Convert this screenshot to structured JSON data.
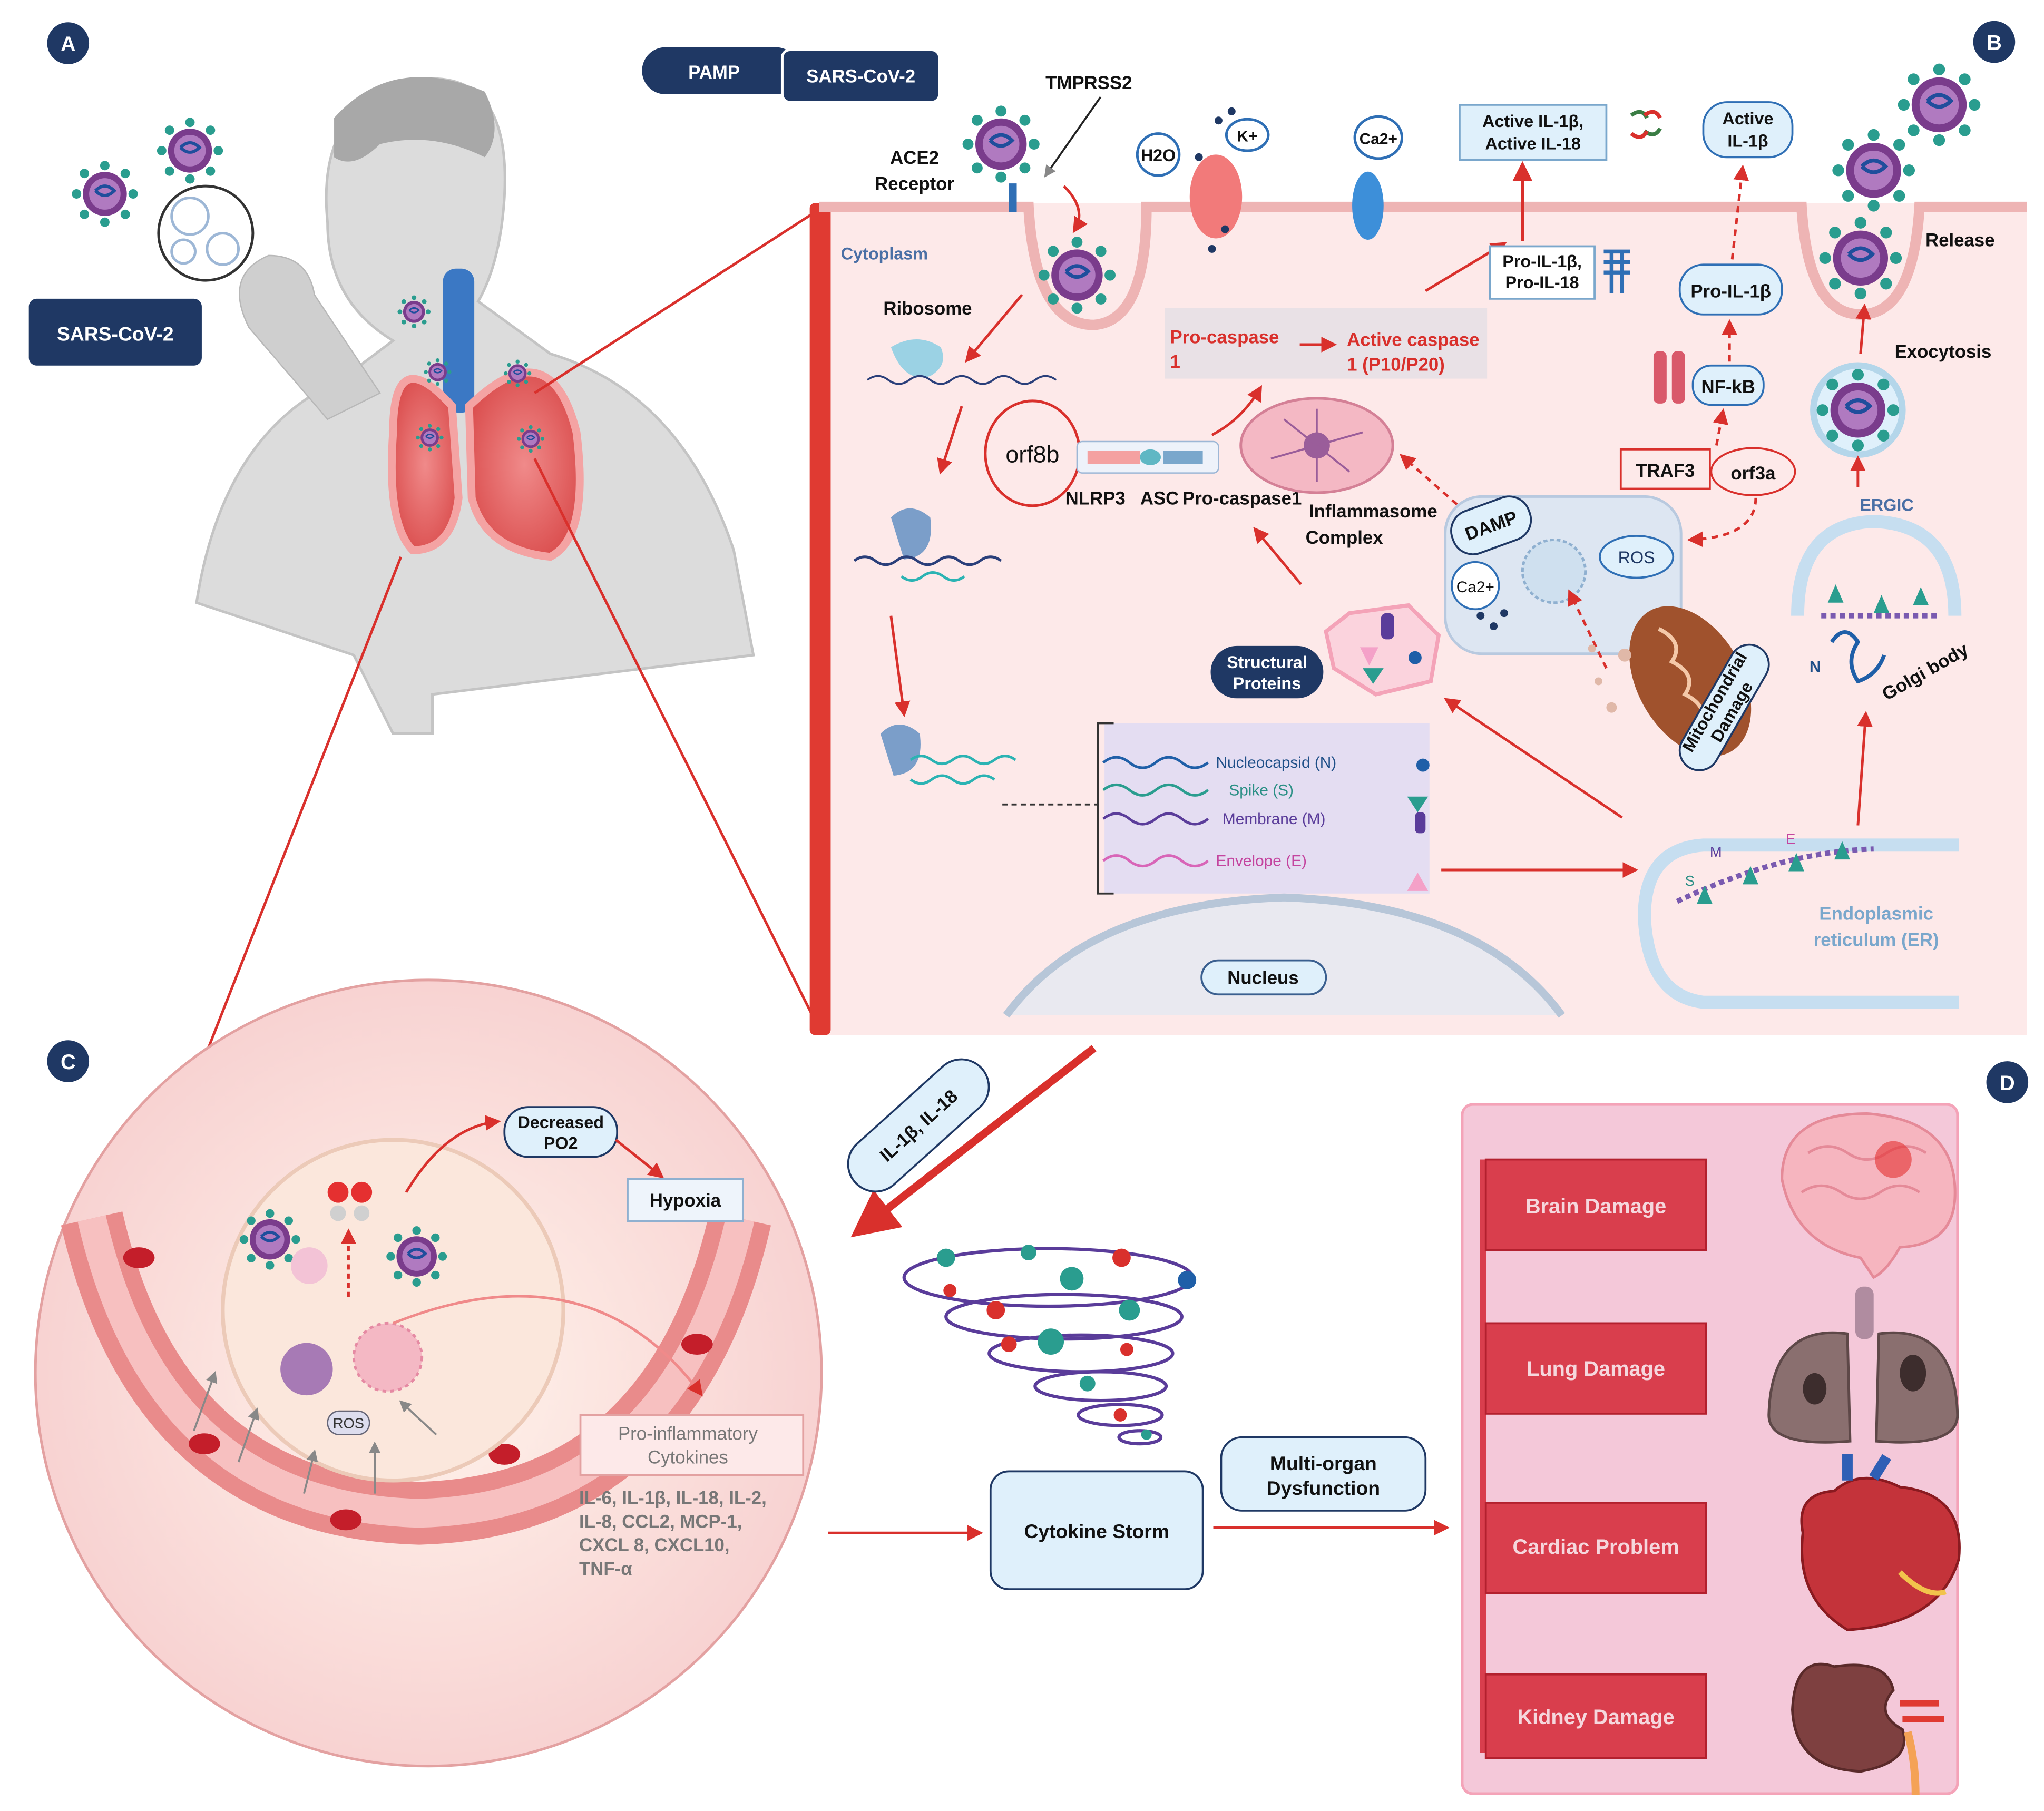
{
  "panels": {
    "a": "A",
    "b": "B",
    "c": "C",
    "d": "D"
  },
  "panel_a": {
    "virus_label": "SARS-CoV-2"
  },
  "panel_b": {
    "pamp_label": "PAMP",
    "virus_tag": "SARS-CoV-2",
    "tmprss2": "TMPRSS2",
    "ace2_line1": "ACE2",
    "ace2_line2": "Receptor",
    "h2o": "H2O",
    "k_ion": "K+",
    "ca_ion": "Ca2+",
    "active_il_line1": "Active IL-1β,",
    "active_il_line2": "Active IL-18",
    "active_il1b_line1": "Active",
    "active_il1b_line2": "IL-1β",
    "release": "Release",
    "cytoplasm": "Cytoplasm",
    "ribosome": "Ribosome",
    "pro_il_line1": "Pro-IL-1β,",
    "pro_il_line2": "Pro-IL-18",
    "pro_il1b": "Pro-IL-1β",
    "pro_caspase_line1": "Pro-caspase",
    "pro_caspase_line2": "1",
    "active_caspase_line1": "Active caspase",
    "active_caspase_line2": "1 (P10/P20)",
    "exocytosis": "Exocytosis",
    "orf8b": "orf8b",
    "nfkb": "NF-kB",
    "nlrp3": "NLRP3",
    "asc": "ASC",
    "pro_caspase1": "Pro-caspase1",
    "inflammasome_line1": "Inflammasome",
    "inflammasome_line2": "Complex",
    "traf3": "TRAF3",
    "orf3a": "orf3a",
    "ergic": "ERGIC",
    "damp": "DAMP",
    "ros": "ROS",
    "ca_small": "Ca2+",
    "structural_line1": "Structural",
    "structural_line2": "Proteins",
    "mito_line1": "Mitochondrial",
    "mito_line2": "Damage",
    "golgi": "Golgi body",
    "n_label": "N",
    "genes": [
      "Nucleocapsid (N)",
      "Spike (S)",
      "Membrane (M)",
      "Envelope (E)"
    ],
    "er_m": "M",
    "er_e": "E",
    "er_s": "S",
    "er_line1": "Endoplasmic",
    "er_line2": "reticulum (ER)",
    "nucleus": "Nucleus"
  },
  "panel_c": {
    "decreased_line1": "Decreased",
    "decreased_line2": "PO2",
    "hypoxia": "Hypoxia",
    "ros": "ROS",
    "pro_inflam_line1": "Pro-inflammatory",
    "pro_inflam_line2": "Cytokines",
    "cytokine_list": [
      "IL-6, IL-1β, IL-18, IL-2,",
      "IL-8, CCL2, MCP-1,",
      "CXCL 8, CXCL10,",
      "TNF-α"
    ]
  },
  "center": {
    "il_label": "IL-1β, IL-18",
    "cytokine_storm": "Cytokine Storm",
    "multi_line1": "Multi-organ",
    "multi_line2": "Dysfunction"
  },
  "panel_d": {
    "organs": [
      "Brain Damage",
      "Lung Damage",
      "Cardiac Problem",
      "Kidney  Damage"
    ]
  },
  "colors": {
    "navy": "#1f3864",
    "red": "#d9302c",
    "cell_fill": "#fde9e9",
    "panel_d_fill": "#f4c8d9",
    "organ_button": "#d93e4d",
    "blue_box": "#dff0fb"
  }
}
